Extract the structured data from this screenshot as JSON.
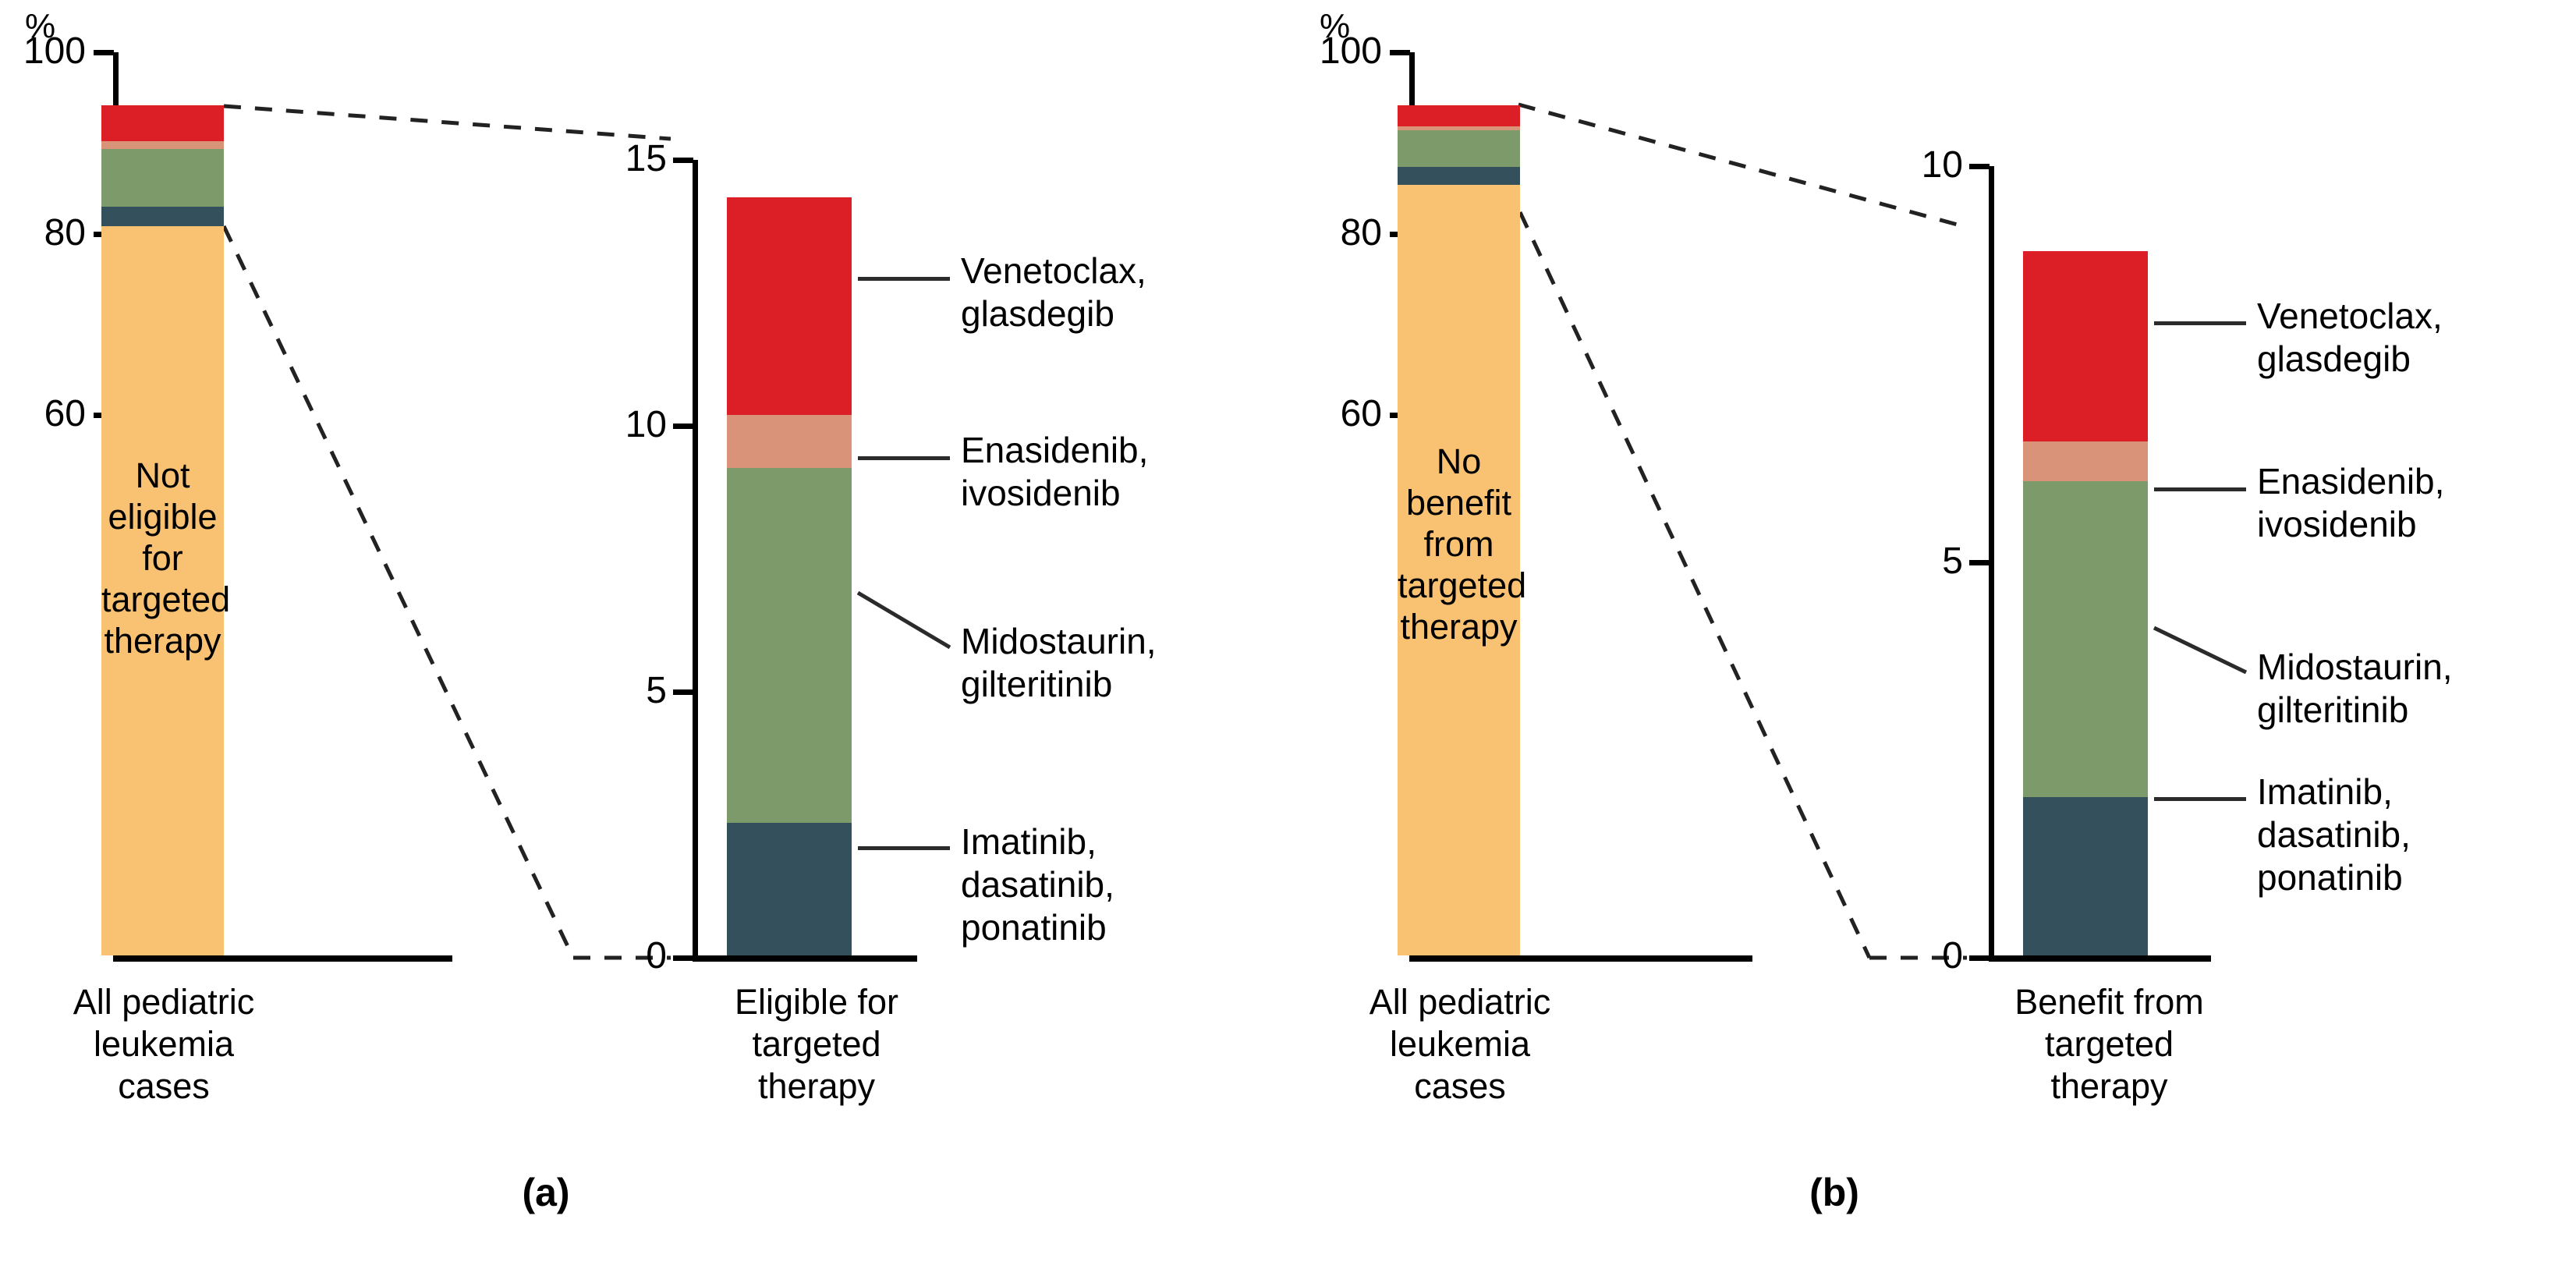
{
  "figure": {
    "panels": [
      {
        "caption": "(a)",
        "axis_unit": "%",
        "overview": {
          "yticks": [
            "100",
            "80",
            "60"
          ],
          "ylim": [
            0,
            100
          ],
          "category": "All pediatric\nleukemia\ncases",
          "bar_text": "Not\neligible for\ntargeted\ntherapy"
        },
        "detail": {
          "yticks": [
            "15",
            "10",
            "5",
            "0"
          ],
          "ylim": [
            0,
            15
          ],
          "category": "Eligible for\ntargeted\ntherapy",
          "series_labels": [
            "Venetoclax,\nglasdegib",
            "Enasidenib,\nivosidenib",
            "Midostaurin,\ngilteritinib",
            "Imatinib,\ndasatinib,\nponatinib"
          ]
        }
      },
      {
        "caption": "(b)",
        "axis_unit": "%",
        "overview": {
          "yticks": [
            "100",
            "80",
            "60"
          ],
          "ylim": [
            0,
            100
          ],
          "category": "All pediatric\nleukemia\ncases",
          "bar_text": "No benefit\nfrom\ntargeted\ntherapy"
        },
        "detail": {
          "yticks": [
            "10",
            "5",
            "0"
          ],
          "ylim": [
            0,
            10
          ],
          "category": "Benefit from\ntargeted\ntherapy",
          "series_labels": [
            "Venetoclax,\nglasdegib",
            "Enasidenib,\nivosidenib",
            "Midostaurin,\ngilteritinib",
            "Imatinib,\ndasatinib,\nponatinib"
          ]
        }
      }
    ]
  },
  "colors": {
    "red": "#DC1F26",
    "salmon": "#D99379",
    "green": "#7D9A6A",
    "teal": "#34505C",
    "orange": "#F9C172",
    "axis": "#000000",
    "leader": "#2b2b2b"
  },
  "chart_data": [
    {
      "type": "bar",
      "title": "(a) All pediatric leukemia cases — eligibility for targeted therapy",
      "subtitle": "",
      "xlabel": "",
      "ylabel": "%",
      "ylim": [
        0,
        100
      ],
      "yticks": [
        60,
        80,
        100
      ],
      "grid": false,
      "legend": "none",
      "stacked": true,
      "categories": [
        "All pediatric leukemia cases"
      ],
      "series": [
        {
          "name": "Not eligible for targeted therapy",
          "color": "#F9C172",
          "values": [
            85.7
          ]
        },
        {
          "name": "Imatinib, dasatinib, ponatinib",
          "color": "#34505C",
          "values": [
            2.2
          ]
        },
        {
          "name": "Midostaurin, gilteritinib",
          "color": "#7D9A6A",
          "values": [
            6.5
          ]
        },
        {
          "name": "Enasidenib, ivosidenib",
          "color": "#D99379",
          "values": [
            0.9
          ]
        },
        {
          "name": "Venetoclax, glasdegib",
          "color": "#DC1F26",
          "values": [
            4.1
          ]
        }
      ]
    },
    {
      "type": "bar",
      "title": "(a) detail — Eligible for targeted therapy",
      "subtitle": "",
      "xlabel": "",
      "ylabel": "%",
      "ylim": [
        0,
        15
      ],
      "yticks": [
        0,
        5,
        10,
        15
      ],
      "grid": false,
      "legend": "annotated leader lines, right",
      "stacked": true,
      "categories": [
        "Eligible for targeted therapy"
      ],
      "series": [
        {
          "name": "Imatinib, dasatinib, ponatinib",
          "color": "#34505C",
          "values": [
            2.5
          ]
        },
        {
          "name": "Midostaurin, gilteritinib",
          "color": "#7D9A6A",
          "values": [
            6.7
          ]
        },
        {
          "name": "Enasidenib, ivosidenib",
          "color": "#D99379",
          "values": [
            1.0
          ]
        },
        {
          "name": "Venetoclax, glasdegib",
          "color": "#DC1F26",
          "values": [
            4.1
          ]
        }
      ],
      "total": 14.3
    },
    {
      "type": "bar",
      "title": "(b) All pediatric leukemia cases — benefit from targeted therapy",
      "subtitle": "",
      "xlabel": "",
      "ylabel": "%",
      "ylim": [
        0,
        100
      ],
      "yticks": [
        60,
        80,
        100
      ],
      "grid": false,
      "legend": "none",
      "stacked": true,
      "categories": [
        "All pediatric leukemia cases"
      ],
      "series": [
        {
          "name": "No benefit from targeted therapy",
          "color": "#F9C172",
          "values": [
            91.1
          ]
        },
        {
          "name": "Imatinib, dasatinib, ponatinib",
          "color": "#34505C",
          "values": [
            2.0
          ]
        },
        {
          "name": "Midostaurin, gilteritinib",
          "color": "#7D9A6A",
          "values": [
            4.1
          ]
        },
        {
          "name": "Enasidenib, ivosidenib",
          "color": "#D99379",
          "values": [
            0.4
          ]
        },
        {
          "name": "Venetoclax, glasdegib",
          "color": "#DC1F26",
          "values": [
            2.4
          ]
        }
      ]
    },
    {
      "type": "bar",
      "title": "(b) detail — Benefit from targeted therapy",
      "subtitle": "",
      "xlabel": "",
      "ylabel": "%",
      "ylim": [
        0,
        10
      ],
      "yticks": [
        0,
        5,
        10
      ],
      "grid": false,
      "legend": "annotated leader lines, right",
      "stacked": true,
      "categories": [
        "Benefit from targeted therapy"
      ],
      "series": [
        {
          "name": "Imatinib, dasatinib, ponatinib",
          "color": "#34505C",
          "values": [
            2.0
          ]
        },
        {
          "name": "Midostaurin, gilteritinib",
          "color": "#7D9A6A",
          "values": [
            4.1
          ]
        },
        {
          "name": "Enasidenib, ivosidenib",
          "color": "#D99379",
          "values": [
            0.5
          ]
        },
        {
          "name": "Venetoclax, glasdegib",
          "color": "#DC1F26",
          "values": [
            2.3
          ]
        }
      ],
      "total": 8.9
    }
  ]
}
